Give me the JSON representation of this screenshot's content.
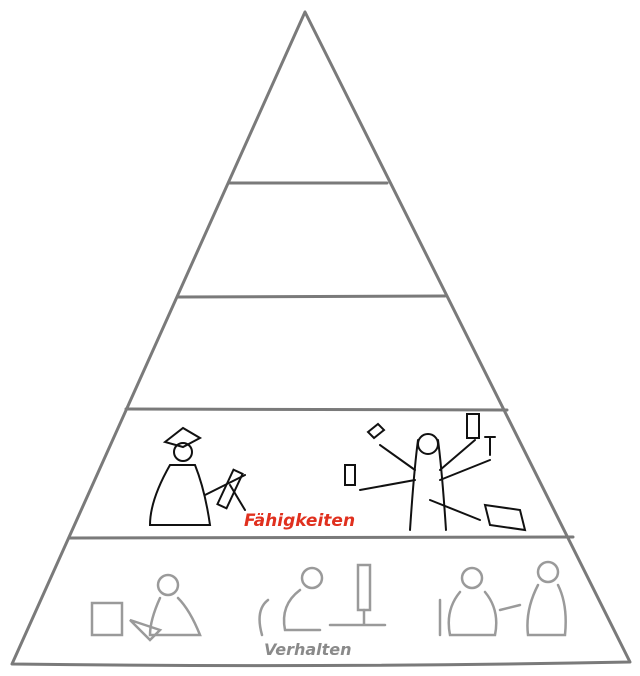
{
  "levels": [
    {
      "name": "top",
      "label": ""
    },
    {
      "name": "level-4",
      "label": ""
    },
    {
      "name": "level-3",
      "label": ""
    },
    {
      "name": "skills",
      "label": "Fähigkeiten",
      "color": "#e0301e"
    },
    {
      "name": "behavior",
      "label": "Verhalten",
      "color": "#8a8a8a"
    }
  ],
  "colors": {
    "outline": "#7a7a7a",
    "sketch": "#111111",
    "sketch_gray": "#9a9a9a"
  }
}
